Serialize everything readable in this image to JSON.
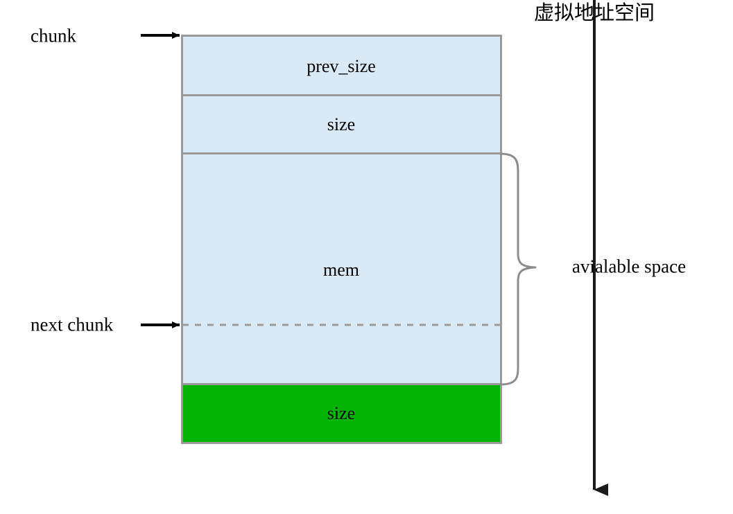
{
  "diagram": {
    "title_cjk": "虚拟地址空间",
    "colors": {
      "chunk_fill": "#dae9f6",
      "chunk_border": "#9a9a9a",
      "size_field_fill": "#05b305",
      "size_field_border": "#9a9a9a",
      "arrow_stroke": "#000000",
      "brace_stroke": "#8c8c8c",
      "dashed_stroke": "#9a9a9a",
      "axis_stroke": "#1a1a1a",
      "background": "#ffffff"
    },
    "left_annotations": [
      {
        "id": "chunk",
        "label": "chunk"
      },
      {
        "id": "next-chunk",
        "label": "next chunk"
      }
    ],
    "chunk_rows": [
      {
        "id": "prev-size",
        "label": "prev_size",
        "fill": "#dae9f6"
      },
      {
        "id": "size",
        "label": "size",
        "fill": "#dae9f6"
      },
      {
        "id": "mem",
        "label": "mem",
        "fill": "#dae9f6"
      },
      {
        "id": "next-size",
        "label": "size",
        "fill": "#05b305"
      }
    ],
    "right_annotations": [
      {
        "id": "avialable-space",
        "label": "avialable space"
      }
    ],
    "axis": {
      "label": "虚拟地址空间",
      "direction": "down"
    }
  }
}
